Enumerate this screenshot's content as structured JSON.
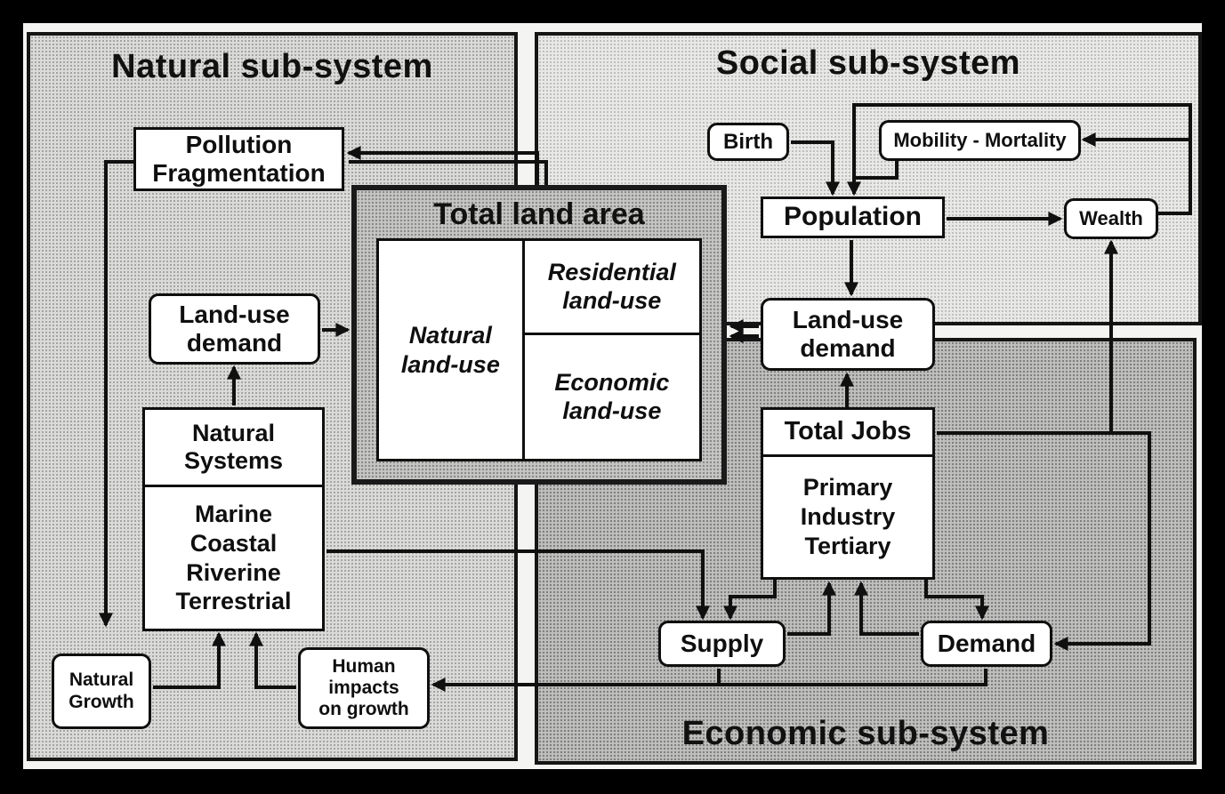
{
  "panels": {
    "natural": {
      "title": "Natural sub-system"
    },
    "social": {
      "title": "Social sub-system"
    },
    "economic": {
      "title": "Economic sub-system"
    }
  },
  "nodes": {
    "pollution": {
      "label": "Pollution\nFragmentation"
    },
    "land_use_demand_left": {
      "label": "Land-use\ndemand"
    },
    "natural_systems": {
      "header": "Natural\nSystems",
      "body": "Marine\nCoastal\nRiverine\nTerrestrial"
    },
    "natural_growth": {
      "label": "Natural\nGrowth"
    },
    "human_impacts": {
      "label": "Human\nimpacts\non growth"
    },
    "total_land_area": {
      "title": "Total land area",
      "natural_cell": "Natural\nland-use",
      "residential_cell": "Residential\nland-use",
      "economic_cell": "Economic\nland-use"
    },
    "birth": {
      "label": "Birth"
    },
    "mobility_mortality": {
      "label": "Mobility - Mortality"
    },
    "population": {
      "label": "Population"
    },
    "wealth": {
      "label": "Wealth"
    },
    "land_use_demand_social": {
      "label": "Land-use\ndemand"
    },
    "total_jobs": {
      "header": "Total Jobs",
      "body": "Primary\nIndustry\nTertiary"
    },
    "supply": {
      "label": "Supply"
    },
    "demand": {
      "label": "Demand"
    }
  }
}
